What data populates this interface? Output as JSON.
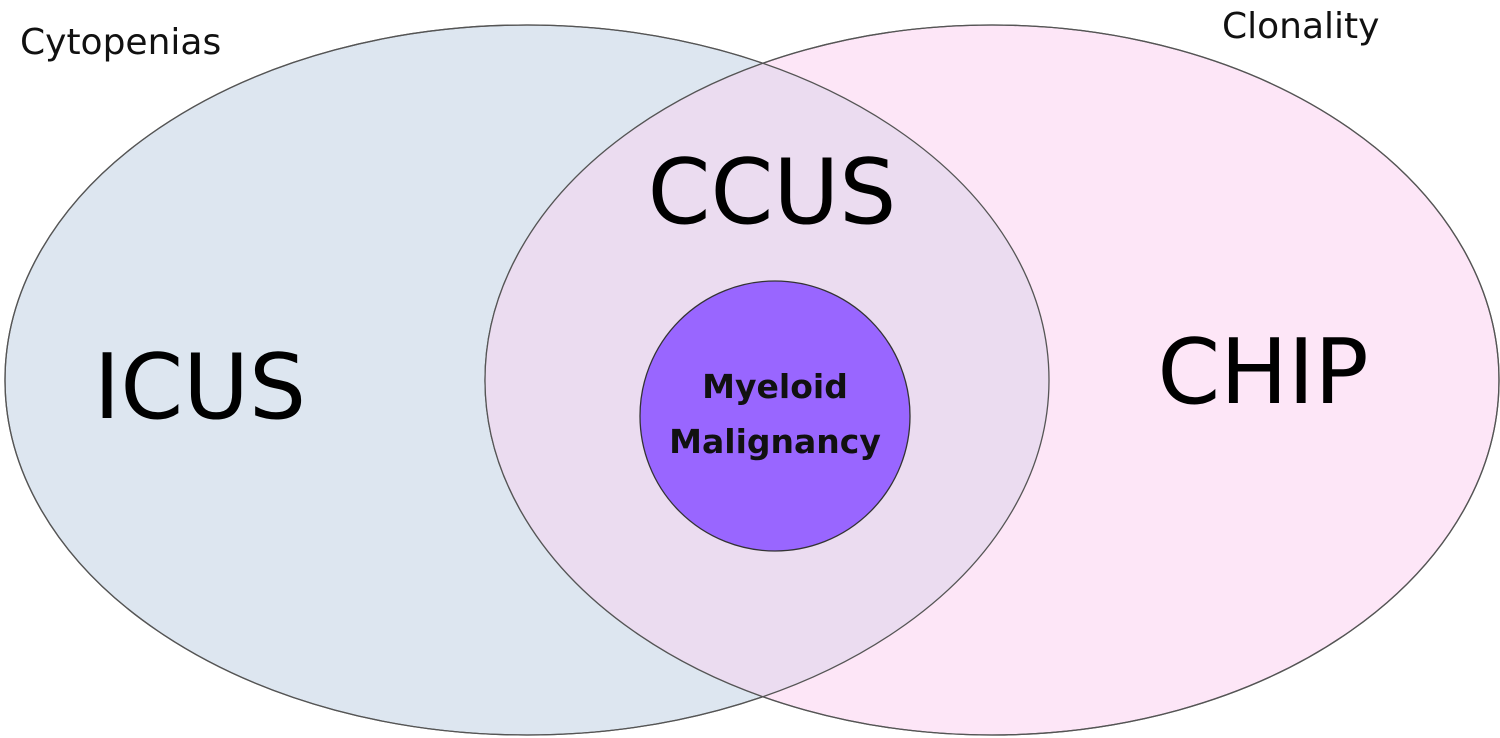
{
  "diagram": {
    "sets": [
      {
        "id": "cytopenias",
        "label": "Cytopenias",
        "fill": "#dde6f0",
        "stroke": "#555555"
      },
      {
        "id": "clonality",
        "label": "Clonality",
        "fill": "#fde6f7",
        "stroke": "#555555"
      }
    ],
    "regions": {
      "left_only": "ICUS",
      "overlap": "CCUS",
      "right_only": "CHIP"
    },
    "center": {
      "line1": "Myeloid",
      "line2": "Malignancy",
      "fill": "#9966ff"
    },
    "overlap_fill": "#ebdcf0"
  }
}
